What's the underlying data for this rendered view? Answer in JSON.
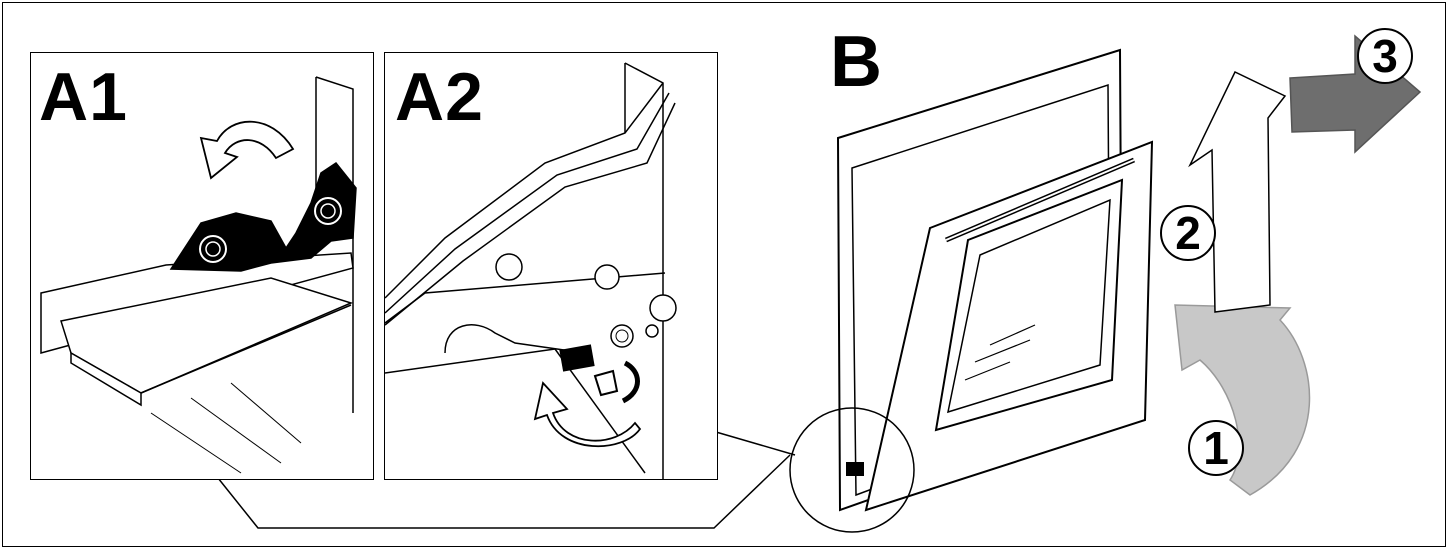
{
  "labels": {
    "a1": "A1",
    "a2": "A2",
    "b": "B"
  },
  "steps": [
    "1",
    "2",
    "3"
  ],
  "colors": {
    "outline": "#000000",
    "background": "#ffffff",
    "arrow_light": "#c8c8c8",
    "arrow_dark": "#6e6e6e"
  },
  "icons": [
    "rotate-arrow-icon",
    "hinge-lever-icon",
    "hinge-clip-icon",
    "oven-door-icon",
    "lift-arrow-icon"
  ]
}
